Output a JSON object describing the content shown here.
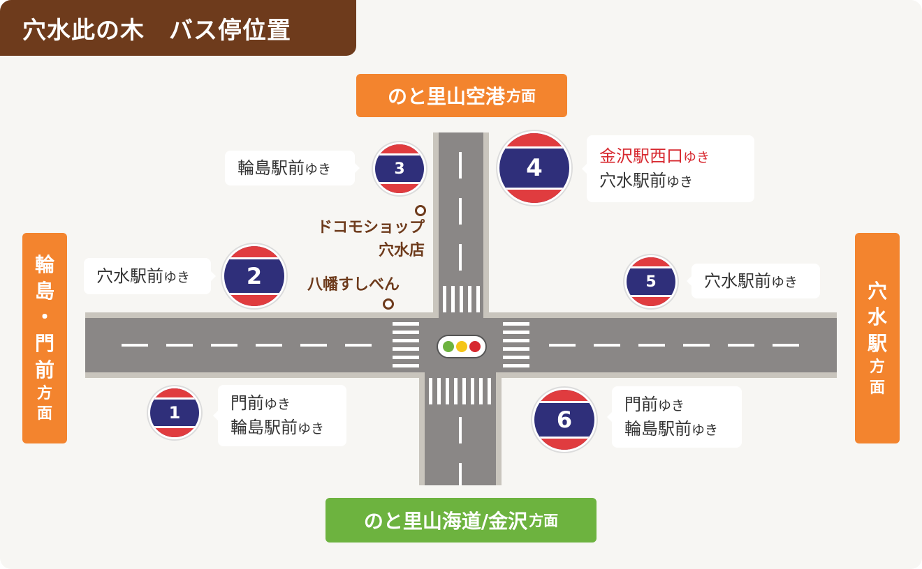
{
  "title": "穴水此の木　バス停位置",
  "directions": {
    "top": {
      "main": "のと里山空港",
      "suffix": "方面"
    },
    "bottom": {
      "main": "のと里山海道/金沢",
      "suffix": "方面"
    },
    "left": {
      "chars": [
        "輪",
        "島",
        "・",
        "門",
        "前"
      ],
      "suffix": [
        "方",
        "面"
      ]
    },
    "right": {
      "chars": [
        "穴",
        "水",
        "駅"
      ],
      "suffix": [
        "方",
        "面"
      ]
    }
  },
  "stops": [
    {
      "id": "1",
      "lines": [
        {
          "main": "門前",
          "suffix": "ゆき"
        },
        {
          "main": "輪島駅前",
          "suffix": "ゆき"
        }
      ]
    },
    {
      "id": "2",
      "lines": [
        {
          "main": "穴水駅前",
          "suffix": "ゆき"
        }
      ]
    },
    {
      "id": "3",
      "lines": [
        {
          "main": "輪島駅前",
          "suffix": "ゆき"
        }
      ]
    },
    {
      "id": "4",
      "lines": [
        {
          "main": "金沢駅西口",
          "suffix": "ゆき"
        },
        {
          "main": "穴水駅前",
          "suffix": "ゆき"
        }
      ]
    },
    {
      "id": "5",
      "lines": [
        {
          "main": "穴水駅前",
          "suffix": "ゆき"
        }
      ]
    },
    {
      "id": "6",
      "lines": [
        {
          "main": "門前",
          "suffix": "ゆき"
        },
        {
          "main": "輪島駅前",
          "suffix": "ゆき"
        }
      ]
    }
  ],
  "landmarks": {
    "docomo": [
      "ドコモショップ",
      "穴水店"
    ],
    "hachiman": "八幡すしべん"
  },
  "colors": {
    "title_bg": "#6e3b1c",
    "direction_orange": "#f3842e",
    "direction_green": "#6db33f",
    "stop_red": "#e03c3f",
    "stop_navy": "#2f2f7a",
    "highlight_red": "#d7282f",
    "road": "#8a8786",
    "road_edge": "#c9c5bd"
  },
  "traffic_light": [
    "#6db33f",
    "#f5c518",
    "#d7282f"
  ]
}
